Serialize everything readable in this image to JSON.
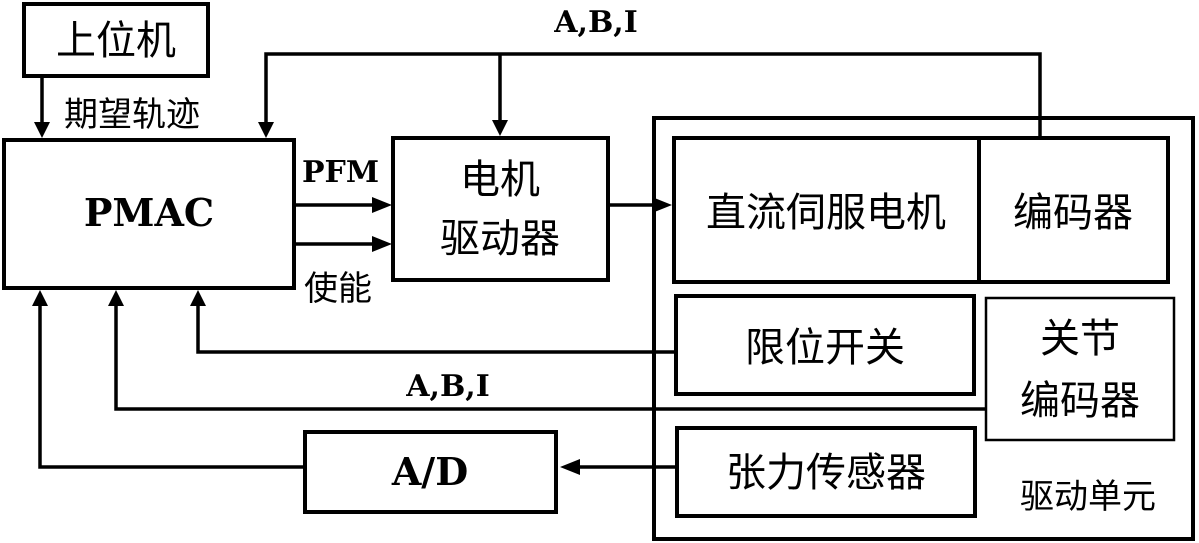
{
  "diagram": {
    "nodes": {
      "host": "上位机",
      "pmac": "PMAC",
      "motor_driver_line1": "电机",
      "motor_driver_line2": "驱动器",
      "dc_servo_motor": "直流伺服电机",
      "encoder": "编码器",
      "limit_switch": "限位开关",
      "joint_encoder_line1": "关节",
      "joint_encoder_line2": "编码器",
      "tension_sensor": "张力传感器",
      "ad_converter": "A/D",
      "drive_unit": "驱动单元"
    },
    "edge_labels": {
      "desired_trajectory": "期望轨迹",
      "encoder_feedback_top": "A,B,I",
      "pfm": "PFM",
      "enable": "使能",
      "joint_feedback": "A,B,I"
    }
  }
}
